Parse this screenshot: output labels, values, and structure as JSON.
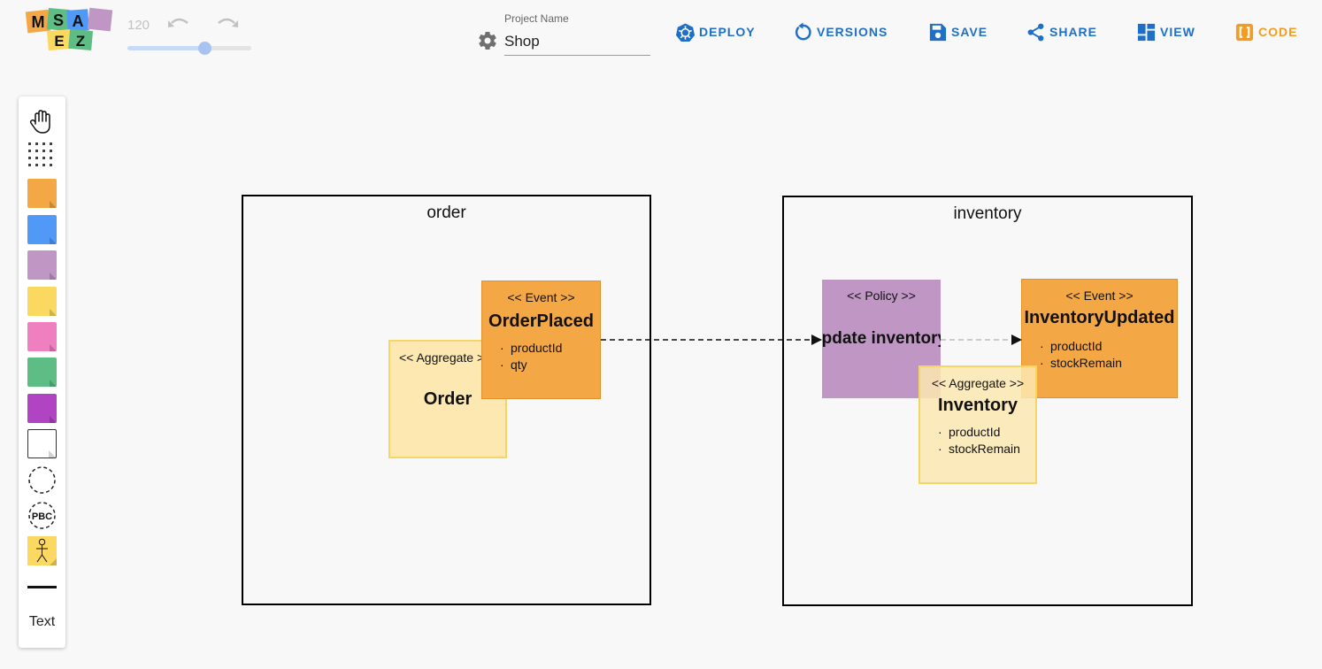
{
  "header": {
    "logo_letters": [
      "M",
      "S",
      "A",
      "E",
      "Z"
    ],
    "zoom": 120,
    "project_label": "Project Name",
    "project_name": "Shop",
    "nav": {
      "deploy": "DEPLOY",
      "versions": "VERSIONS",
      "save": "SAVE",
      "share": "SHARE",
      "view": "VIEW",
      "code": "CODE"
    },
    "colors": {
      "nav": "#1e6fc8",
      "code": "#f39c1f"
    }
  },
  "palette": {
    "tools": [
      "hand-icon",
      "grid-select-icon",
      "event-sticker",
      "command-sticker",
      "policy-sticker",
      "aggregate-sticker",
      "external-sticker",
      "read-model-sticker",
      "view-sticker",
      "ui-sticker",
      "bounded-context-icon",
      "package-icon",
      "actor-sticker",
      "line-icon"
    ],
    "package_label": "PBC",
    "text_tool": "Text",
    "colors": {
      "event": "#f3a745",
      "command": "#5099f7",
      "policy": "#bf96c4",
      "aggregate": "#fbd860",
      "external": "#f07fbf",
      "read_model": "#5ebd84",
      "view": "#b044c2"
    }
  },
  "canvas": {
    "contexts": [
      {
        "title": "order",
        "aggregate": {
          "stereotype": "<< Aggregate >>",
          "name": "Order"
        },
        "event": {
          "stereotype": "<< Event >>",
          "name": "OrderPlaced",
          "attributes": [
            "productId",
            "qty"
          ]
        }
      },
      {
        "title": "inventory",
        "policy": {
          "stereotype": "<< Policy >>",
          "name": "update inventory"
        },
        "event": {
          "stereotype": "<< Event >>",
          "name": "InventoryUpdated",
          "attributes": [
            "productId",
            "stockRemain"
          ]
        },
        "aggregate": {
          "stereotype": "<< Aggregate >>",
          "name": "Inventory",
          "attributes": [
            "productId",
            "stockRemain"
          ]
        }
      }
    ]
  }
}
